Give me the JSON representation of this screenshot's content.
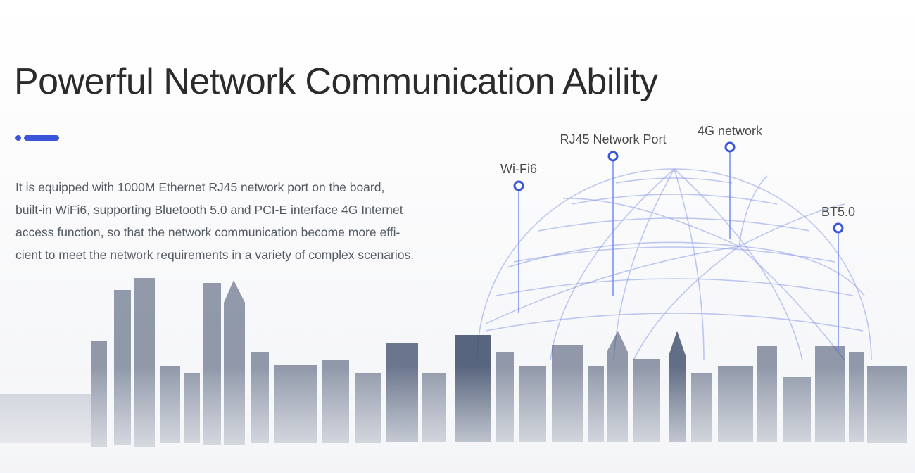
{
  "title": "Powerful Network Communication Ability",
  "description": [
    "It is equipped with 1000M Ethernet RJ45 network port on the board,",
    "built-in WiFi6, supporting Bluetooth 5.0 and PCI-E interface 4G Internet",
    "access function, so that the network communication become more effi-",
    "cient to meet the network requirements in a variety of complex scenarios."
  ],
  "features": {
    "wifi": "Wi-Fi6",
    "rj45": "RJ45 Network Port",
    "fourg": "4G network",
    "bt": "BT5.0"
  },
  "colors": {
    "accent": "#3a55d8",
    "title": "#2b2b2b",
    "text": "#555b63",
    "globe": "#8a9ae6",
    "city": "#3a4a66"
  },
  "icons": [
    "globe-wireframe",
    "city-skyline",
    "connection-pin"
  ]
}
